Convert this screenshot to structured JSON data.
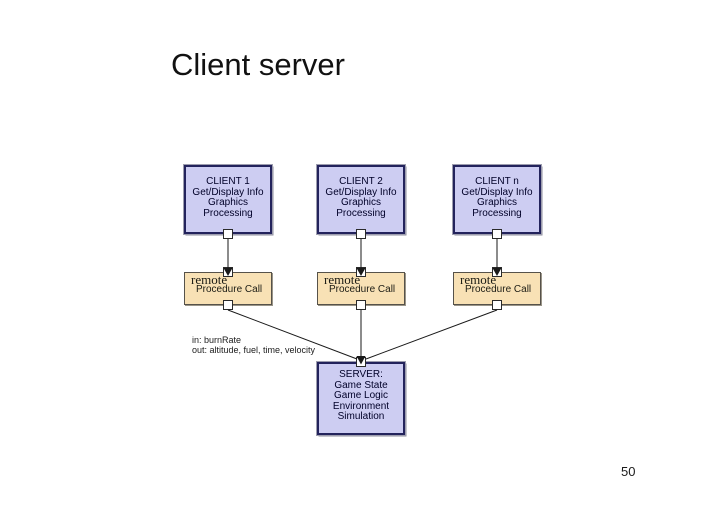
{
  "slide": {
    "title": "Client server",
    "page_number": "50"
  },
  "diagram": {
    "clients": [
      {
        "title": "CLIENT 1",
        "lines": [
          "Get/Display Info",
          "Graphics",
          "Processing"
        ]
      },
      {
        "title": "CLIENT 2",
        "lines": [
          "Get/Display Info",
          "Graphics",
          "Processing"
        ]
      },
      {
        "title": "CLIENT n",
        "lines": [
          "Get/Display Info",
          "Graphics",
          "Processing"
        ]
      }
    ],
    "rpc_boxes": [
      {
        "remote": "remote",
        "label": "Procedure Call"
      },
      {
        "remote": "remote",
        "label": "Procedure Call"
      },
      {
        "remote": "remote",
        "label": "Procedure Call"
      }
    ],
    "server": {
      "title": "SERVER:",
      "lines": [
        "Game State",
        "Game Logic",
        "Environment",
        "Simulation"
      ]
    },
    "annotation": {
      "in": "in: burnRate",
      "out": "out: altitude, fuel, time, velocity"
    },
    "colors": {
      "client_fill": "#cdcdf2",
      "rpc_fill": "#f8e1b5",
      "box_border": "#23235c",
      "rpc_border": "#56524a",
      "connector": "#1a1a1a"
    }
  }
}
